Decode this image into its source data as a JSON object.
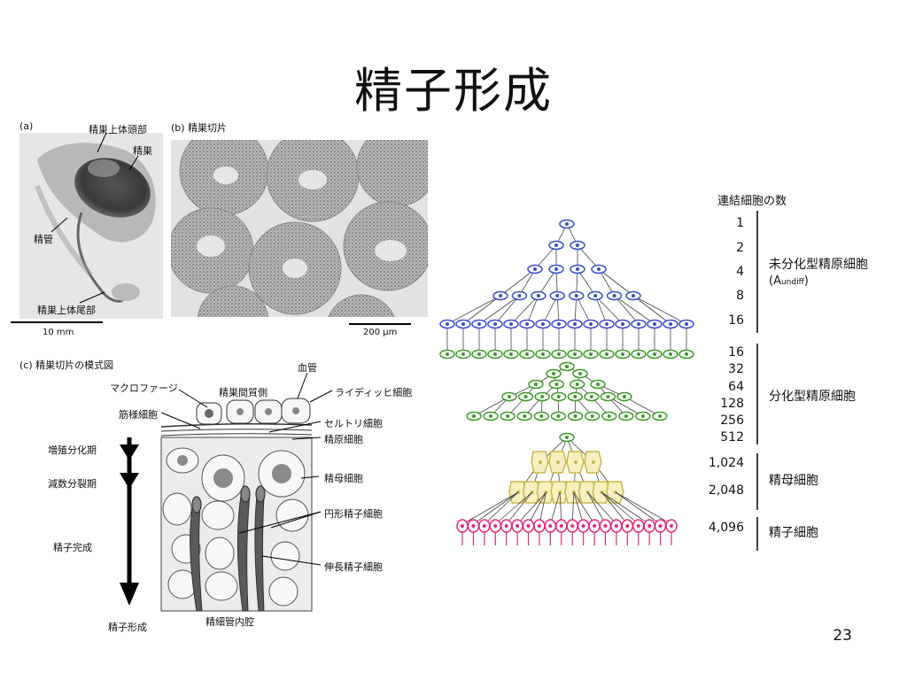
{
  "slide": {
    "title": "精子形成",
    "page_number": "23"
  },
  "panel_a": {
    "label": "(a)",
    "labels": {
      "caput": "精巣上体頭部",
      "testis": "精巣",
      "vas": "精管",
      "cauda": "精巣上体尾部"
    },
    "scale": "10 mm"
  },
  "panel_b": {
    "label": "(b) 精巣切片",
    "scale": "200 μm"
  },
  "panel_c": {
    "label": "(c) 精巣切片の模式図",
    "labels": {
      "blood_vessel": "血管",
      "macrophage": "マクロファージ",
      "interstitial": "精巣間質側",
      "leydig": "ライディッヒ細胞",
      "myoid": "筋様細胞",
      "sertoli": "セルトリ細胞",
      "spermatogonia": "精原細胞",
      "spermatocyte": "精母細胞",
      "round_spermatid": "円形精子細胞",
      "elongated_spermatid": "伸長精子細胞",
      "lumen": "精細管内腔"
    },
    "phases": {
      "proliferation": "増殖分化期",
      "meiosis": "減数分裂期",
      "spermiogenesis": "精子完成",
      "end": "精子形成"
    }
  },
  "pyramid": {
    "header": "連結細胞の数",
    "counts": [
      "1",
      "2",
      "4",
      "8",
      "16",
      "16",
      "32",
      "64",
      "128",
      "256",
      "512",
      "1,024",
      "2,048",
      "4,096"
    ],
    "groups": {
      "undiff": "未分化型精原細胞",
      "undiff_sub": "(A",
      "undiff_sub2": "undiff",
      "undiff_sub3": ")",
      "diff": "分化型精原細胞",
      "spermatocyte": "精母細胞",
      "spermatid": "精子細胞"
    },
    "colors": {
      "undiff": "#3a4fc8",
      "diff": "#3f9a2a",
      "spermatocyte": "#c9b84a",
      "spermatid": "#e0287a"
    }
  }
}
